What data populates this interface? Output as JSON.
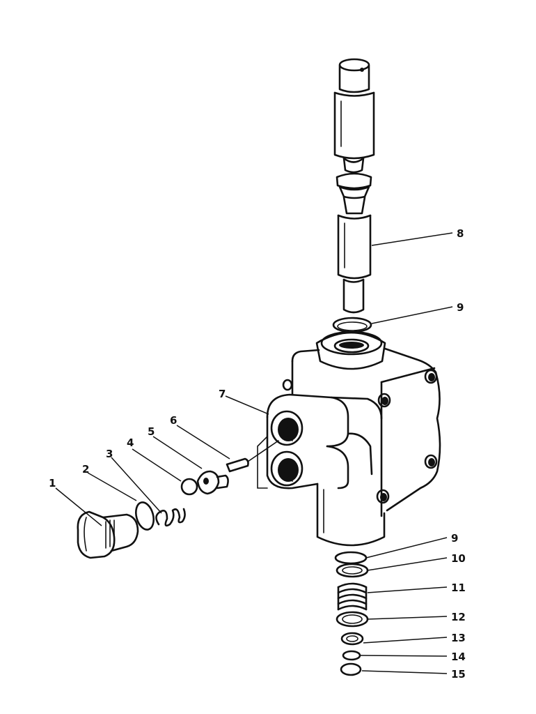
{
  "callouts": [
    {
      "id": "c1",
      "text": "1"
    },
    {
      "id": "c2",
      "text": "2"
    },
    {
      "id": "c3",
      "text": "3"
    },
    {
      "id": "c4",
      "text": "4"
    },
    {
      "id": "c5",
      "text": "5"
    },
    {
      "id": "c6",
      "text": "6"
    },
    {
      "id": "c7",
      "text": "7"
    },
    {
      "id": "c8",
      "text": "8"
    },
    {
      "id": "c9a",
      "text": "9"
    },
    {
      "id": "c9b",
      "text": "9"
    },
    {
      "id": "c10",
      "text": "10"
    },
    {
      "id": "c11",
      "text": "11"
    },
    {
      "id": "c12",
      "text": "12"
    },
    {
      "id": "c13",
      "text": "13"
    },
    {
      "id": "c14",
      "text": "14"
    },
    {
      "id": "c15",
      "text": "15"
    }
  ],
  "colors": {
    "ink": "#111111",
    "paper": "#ffffff"
  }
}
